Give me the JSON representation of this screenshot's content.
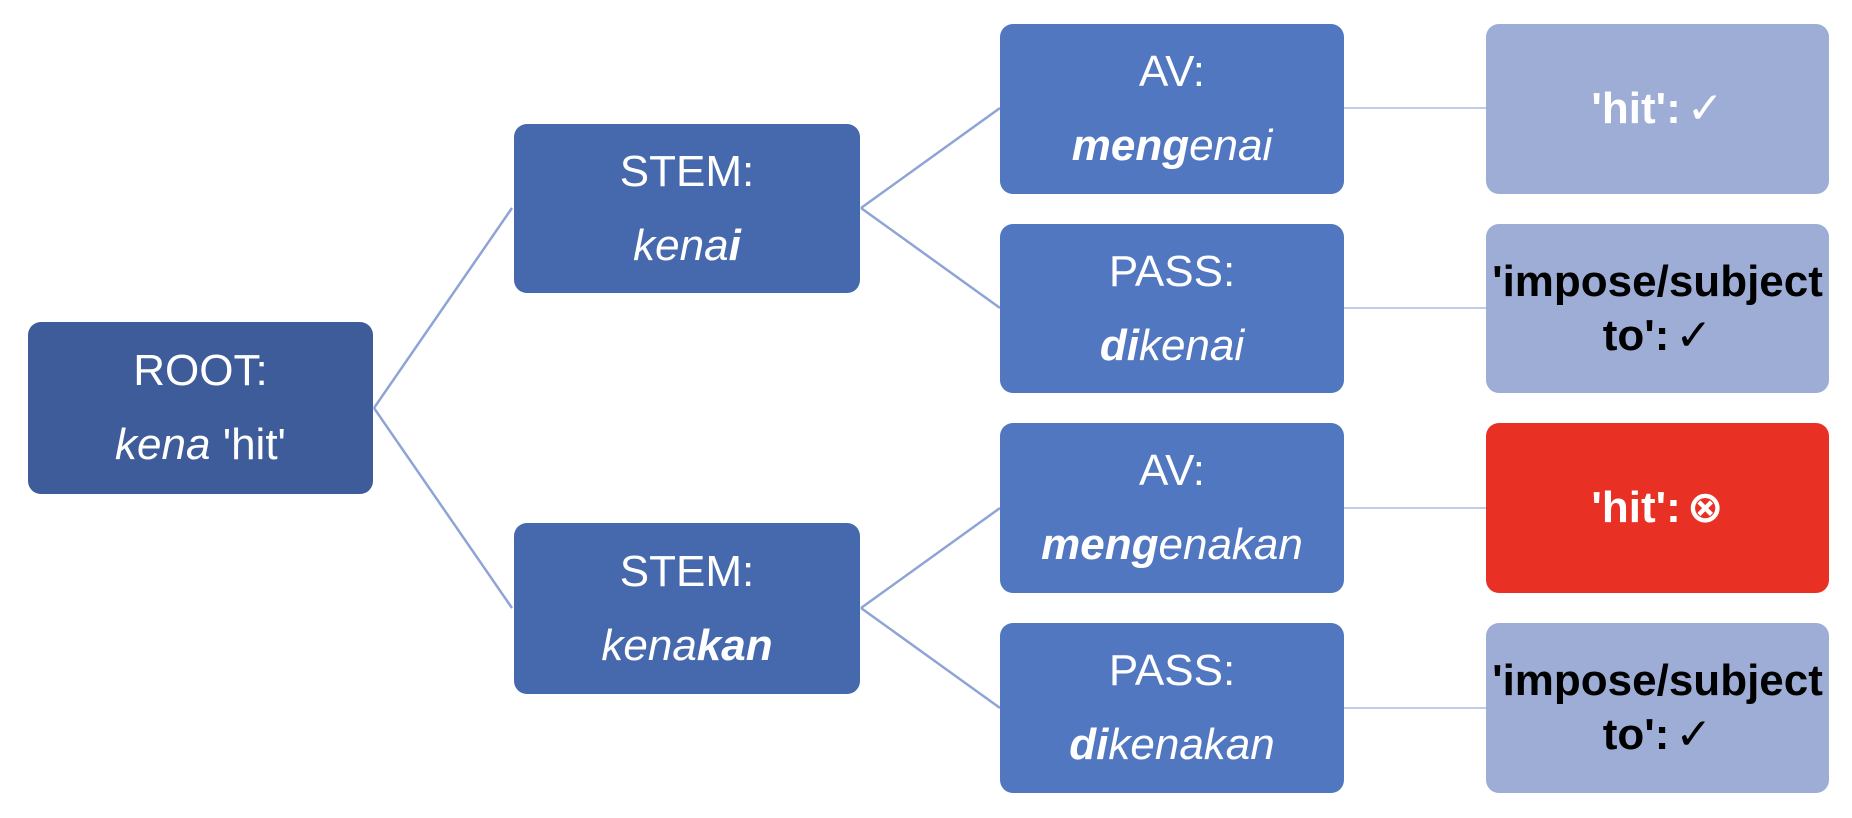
{
  "colors": {
    "root": "#3e5c9a",
    "stem": "#4669ae",
    "form": "#5177c1",
    "result_ok": "#9eadd6",
    "result_bad": "#e93024",
    "connector": "#8fa3d6"
  },
  "root": {
    "label": "ROOT:",
    "word": "kena",
    "gloss": "'hit'"
  },
  "stems": [
    {
      "label": "STEM:",
      "word_plain": "kena",
      "word_bold": "i"
    },
    {
      "label": "STEM:",
      "word_plain": "kena",
      "word_bold": "kan"
    }
  ],
  "forms": [
    {
      "label": "AV:",
      "prefix": "meng",
      "rest": "enai"
    },
    {
      "label": "PASS:",
      "prefix": "di",
      "rest": "kenai"
    },
    {
      "label": "AV:",
      "prefix": "meng",
      "rest": "enakan"
    },
    {
      "label": "PASS:",
      "prefix": "di",
      "rest": "kenakan"
    }
  ],
  "results": [
    {
      "line1": "'hit':",
      "mark": "✓",
      "mark_icon": "check-icon",
      "status": "ok"
    },
    {
      "line1": "'impose/subject",
      "line2": "to':",
      "mark": "✓",
      "mark_icon": "check-icon",
      "status": "ok"
    },
    {
      "line1": "'hit':",
      "mark": "⊗",
      "mark_icon": "circled-x-icon",
      "status": "bad"
    },
    {
      "line1": "'impose/subject",
      "line2": "to':",
      "mark": "✓",
      "mark_icon": "check-icon",
      "status": "ok"
    }
  ]
}
